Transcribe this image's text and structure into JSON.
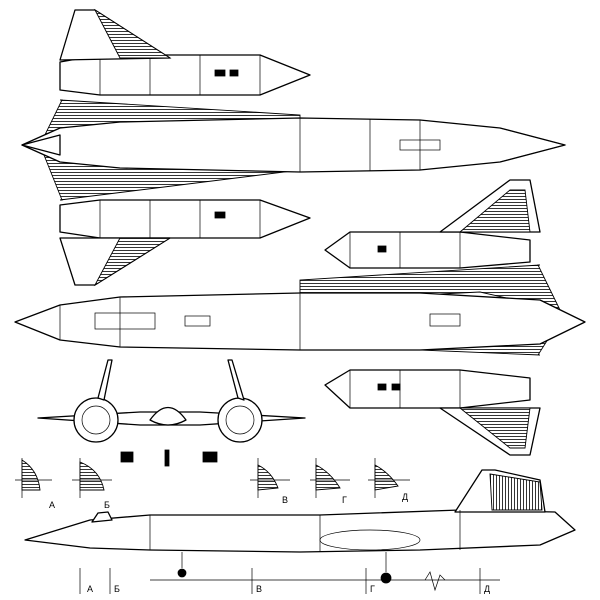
{
  "section_labels_top": [
    "А",
    "Б",
    "В",
    "Г",
    "Д"
  ],
  "station_labels_bottom": [
    "А",
    "Б",
    "В",
    "Г",
    "Д"
  ]
}
